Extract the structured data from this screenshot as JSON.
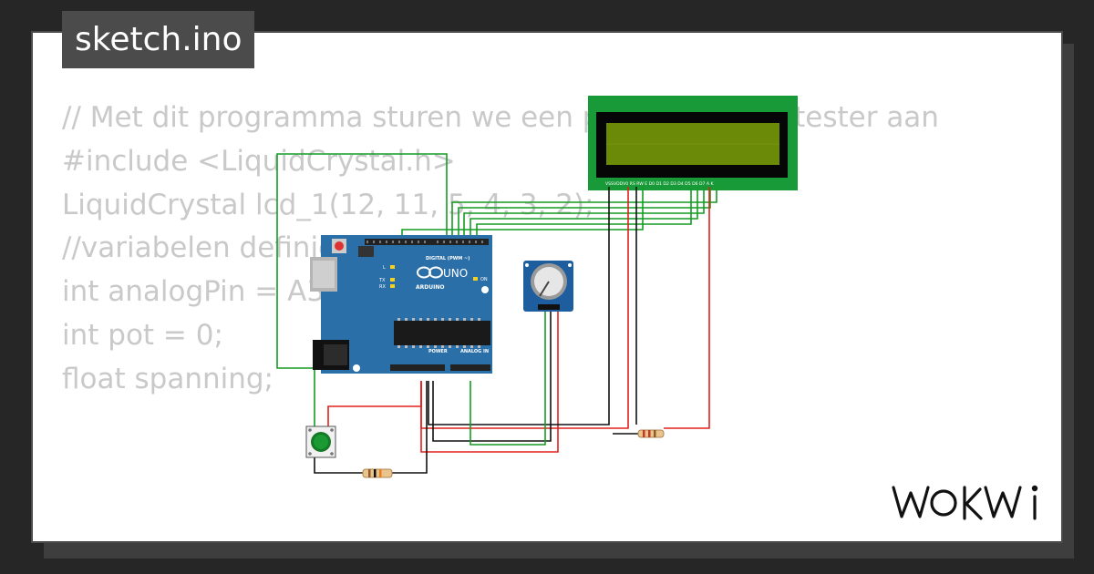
{
  "tab": {
    "title": "sketch.ino"
  },
  "code": {
    "lines": [
      "// Met dit programma sturen we een potentiometer tester aan",
      "",
      "#include <LiquidCrystal.h>",
      "",
      "LiquidCrystal lcd_1(12, 11, 5, 4, 3, 2);",
      "",
      "",
      "//variabelen definiëren",
      "int analogPin = A3;",
      "int pot = 0;",
      "float spanning;"
    ]
  },
  "arduino": {
    "brand": "ARDUINO",
    "model": "UNO",
    "digital_header": "DIGITAL (PWM ~)",
    "power_header": "POWER",
    "analog_header": "ANALOG IN",
    "on_label": "ON",
    "l_label": "L",
    "tx_label": "TX",
    "rx_label": "RX"
  },
  "lcd": {
    "pin_labels": "VSSVDDV0 RS RW E D0 D1 D2 D3 D4 D5 D6 D7 A K"
  },
  "logo": {
    "text": "WOKWI"
  },
  "colors": {
    "wire_red": "#e3211f",
    "wire_green": "#149c22",
    "wire_black": "#111111",
    "board": "#2a6fa8",
    "lcd_screen": "#6b8a08"
  }
}
